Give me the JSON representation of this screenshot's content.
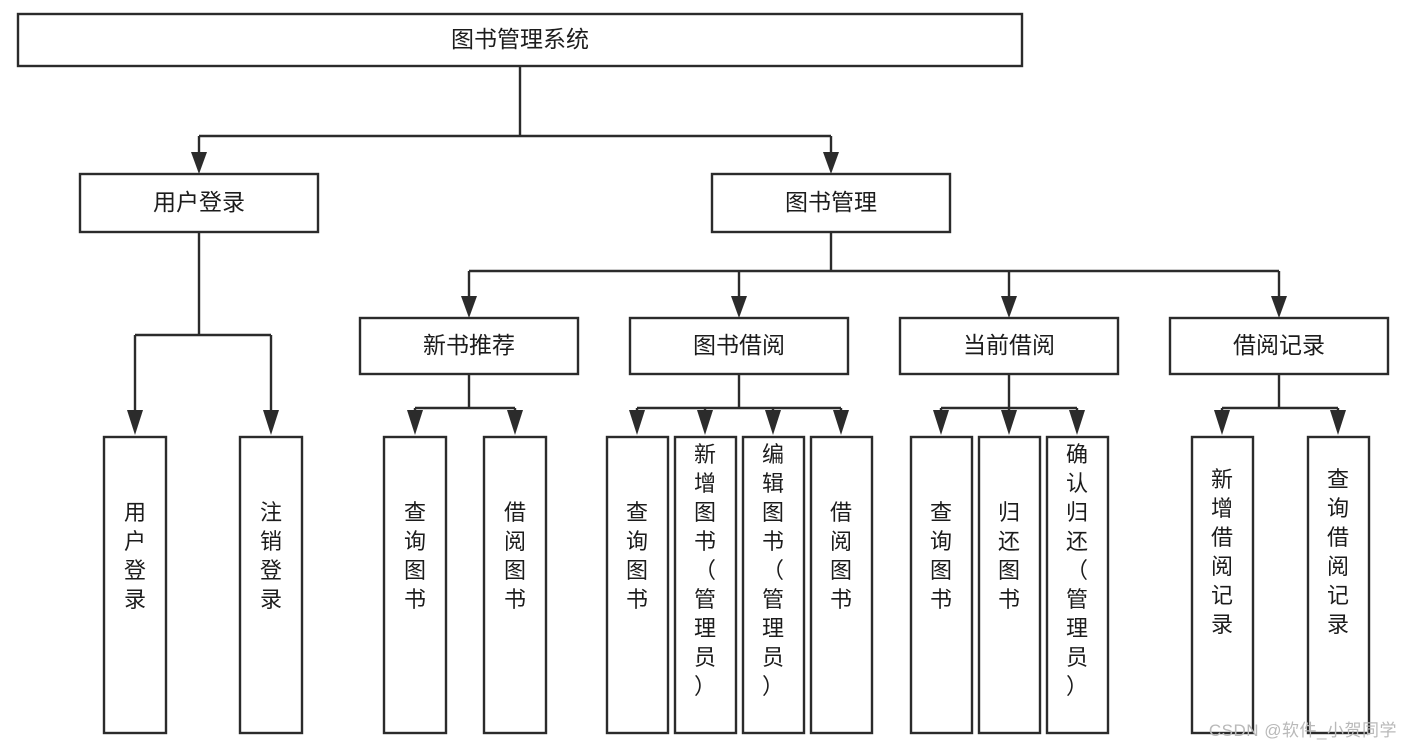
{
  "diagram": {
    "title": "图书管理系统",
    "type": "hierarchy-tree",
    "watermark": "CSDN @软件_小贺同学",
    "colors": {
      "box_stroke": "#2b2b2b",
      "box_fill": "#ffffff",
      "text": "#1c1c1c",
      "connector": "#2b2b2b",
      "watermark": "#b9b9b9",
      "background": "#ffffff"
    },
    "levels": {
      "level0": [
        {
          "id": "root",
          "label": "图书管理系统"
        }
      ],
      "level1": [
        {
          "id": "user-login",
          "label": "用户登录"
        },
        {
          "id": "book-manage",
          "label": "图书管理"
        }
      ],
      "level2": [
        {
          "id": "new-book-recommend",
          "label": "新书推荐",
          "parent": "book-manage"
        },
        {
          "id": "book-borrow",
          "label": "图书借阅",
          "parent": "book-manage"
        },
        {
          "id": "current-borrow",
          "label": "当前借阅",
          "parent": "book-manage"
        },
        {
          "id": "borrow-record",
          "label": "借阅记录",
          "parent": "book-manage"
        }
      ],
      "leaves": [
        {
          "id": "leaf-user-login",
          "label": "用户登录",
          "parent": "user-login"
        },
        {
          "id": "leaf-logout",
          "label": "注销登录",
          "parent": "user-login"
        },
        {
          "id": "leaf-query-book-1",
          "label": "查询图书",
          "parent": "new-book-recommend"
        },
        {
          "id": "leaf-borrow-book-1",
          "label": "借阅图书",
          "parent": "new-book-recommend"
        },
        {
          "id": "leaf-query-book-2",
          "label": "查询图书",
          "parent": "book-borrow"
        },
        {
          "id": "leaf-add-book",
          "label": "新增图书（管理员）",
          "parent": "book-borrow"
        },
        {
          "id": "leaf-edit-book",
          "label": "编辑图书（管理员）",
          "parent": "book-borrow"
        },
        {
          "id": "leaf-borrow-book-2",
          "label": "借阅图书",
          "parent": "book-borrow"
        },
        {
          "id": "leaf-query-book-3",
          "label": "查询图书",
          "parent": "current-borrow"
        },
        {
          "id": "leaf-return-book",
          "label": "归还图书",
          "parent": "current-borrow"
        },
        {
          "id": "leaf-confirm-return",
          "label": "确认归还（管理员）",
          "parent": "current-borrow"
        },
        {
          "id": "leaf-add-record",
          "label": "新增借阅记录",
          "parent": "borrow-record"
        },
        {
          "id": "leaf-query-record",
          "label": "查询借阅记录",
          "parent": "borrow-record"
        }
      ]
    }
  }
}
